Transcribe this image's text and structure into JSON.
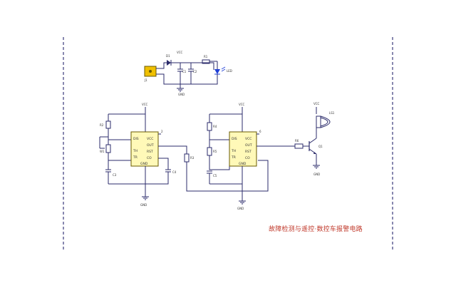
{
  "title": "故障检测与遥控·数控车报警电路",
  "colors": {
    "wire": "#2b2b6b",
    "chip_fill": "#fff9b8",
    "chip_stroke": "#6a5a00",
    "led": "#1f3fd6",
    "title": "#c0392b",
    "border": "#3a3a7a",
    "connector": "#f0c000"
  },
  "chips": [
    {
      "pins_left": [
        "DIS",
        "TH",
        "TR"
      ],
      "pins_right": [
        "VCC",
        "OUT",
        "RST",
        "CO"
      ],
      "bottom": "GND"
    },
    {
      "pins_left": [
        "DIS",
        "TH",
        "TR"
      ],
      "pins_right": [
        "VCC",
        "OUT",
        "RST",
        "CO"
      ],
      "bottom": "GND"
    }
  ]
}
